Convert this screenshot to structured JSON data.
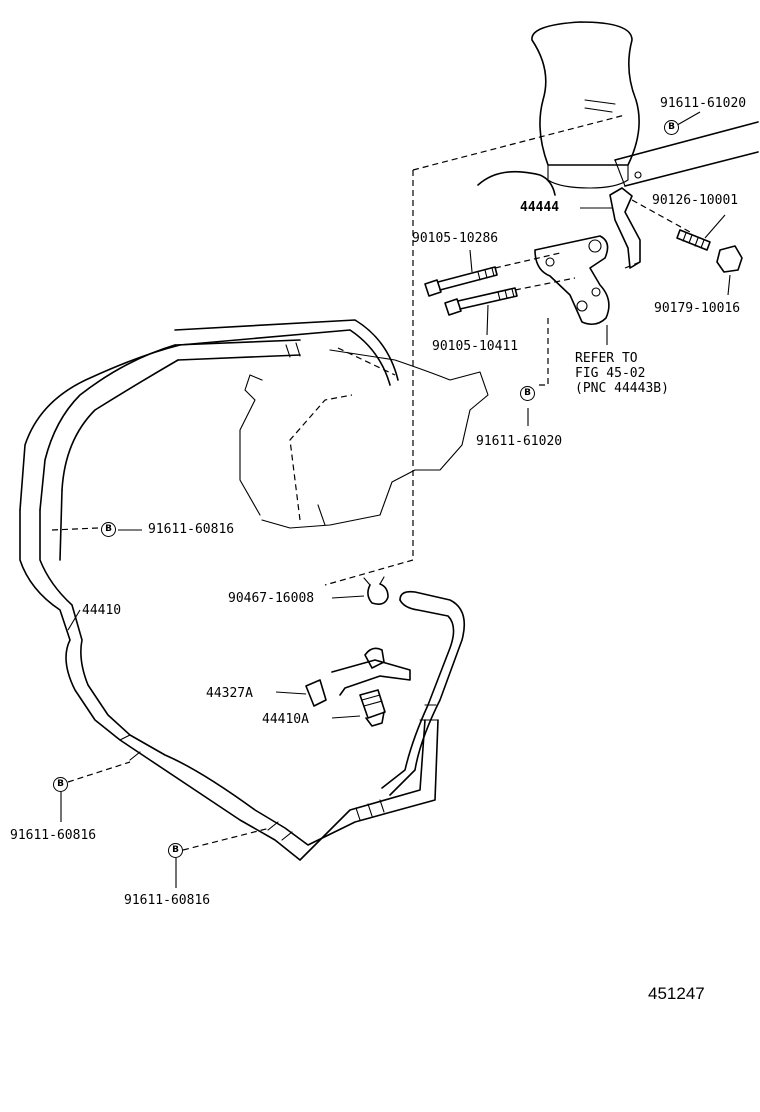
{
  "parts": {
    "p91611_61020_top": "91611-61020",
    "p44444": "44444",
    "p90126_10001": "90126-10001",
    "p90105_10286": "90105-10286",
    "p90179_10016": "90179-10016",
    "p90105_10411": "90105-10411",
    "p91611_61020_mid": "91611-61020",
    "p91611_60816_a": "91611-60816",
    "p44410": "44410",
    "p90467_16008": "90467-16008",
    "p44327A": "44327A",
    "p44410A": "44410A",
    "p91611_60816_b": "91611-60816",
    "p91611_60816_c": "91611-60816"
  },
  "reference": {
    "line1": "REFER TO",
    "line2": "FIG 45-02",
    "line3": "(PNC 44443B)"
  },
  "marker": "B",
  "figure_number": "451247"
}
